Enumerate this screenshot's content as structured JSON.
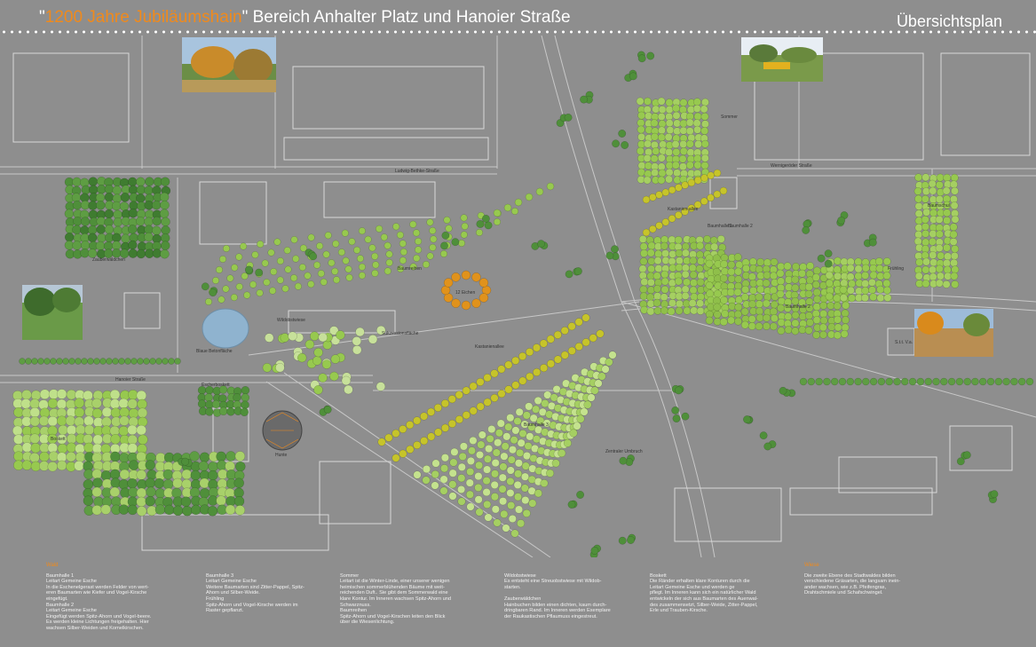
{
  "header": {
    "title_prefix": "\"",
    "title_highlight": "1200 Jahre Jubiläumshain",
    "title_rest": "\" Bereich Anhalter Platz und Hanoier Straße",
    "subtitle": "Übersichtsplan"
  },
  "map": {
    "streets": {
      "ludwig": "Ludwig-Bethke-Straße",
      "wernige": "Wernigeröder Straße",
      "hanoier": "Hanoier Straße"
    },
    "labels": {
      "zauberwaeldchen": "Zauberwäldchen",
      "baumreihen": "Baumreihen",
      "eichen": "12 Eichen",
      "wildobstwiese": "Wildobstwiese",
      "sukzession": "Sukzessionsfläche",
      "kastanienallee_low": "Kastanienallee",
      "blaue": "Blaue Betonfläche",
      "escherboskett": "Escherboskett",
      "boskett": "Boskett",
      "hunte": "Hunte",
      "sommer": "Sommer",
      "kastanienallee_up": "Kastanien-allee",
      "baumhalle1": "Baumhalle 1",
      "baumhalle2a": "Baumhalle 2",
      "baumhalle2b": "Baumhalle 2",
      "fruehling": "Frühling",
      "baumhalle3": "Baumhalle 3",
      "zentraler": "Zentraler Umbruch",
      "baumschul": "Baumschul",
      "sv": "S.t.t. V.a."
    }
  },
  "footer": {
    "col1": {
      "head": "Wald",
      "lines": [
        "Baumhalle 1",
        "Leitart Gemeine Esche",
        "In die Eschenelgerast werden Felder von wert-",
        "eren Baumarten wie Kiefer und Vogel-Kirsche",
        "eingefügt.",
        "Baumhalle 2",
        "Leitart Gemeine Esche",
        "Eingefügt werden Spitz-Ahorn und Vogel-beere.",
        "Es werden kleine Lichtungen freigehalten. Hier",
        "wachsen Silber-Weiden und Kornelkirschen."
      ]
    },
    "col2": {
      "lines": [
        "Baumhalle 3",
        "Leitart Gemeine Esche",
        "Weitere Baumarten sind Zitter-Pappel, Spitz-",
        "Ahorn und Silber-Weide.",
        "Frühling",
        "Spitz-Ahorn und Vogel-Kirsche werden im",
        "Raster gepflanzt."
      ]
    },
    "col3": {
      "lines": [
        "Sommer",
        "Leitart ist die Winter-Linde, einer unserer wenigen",
        "heimischen sommerblühenden Bäume mit weit-",
        "reichenden Duft.. Sie gibt dem Sommerwald eine",
        "klare Kontur. Im Inneren wachsen Spitz-Ahorn und",
        "Schwarznuss.",
        "Baumreihen",
        "Spitz-Ahorn und Vogel-Kirschen leiten den Blick",
        "über die Wiesenlichtung."
      ]
    },
    "col4": {
      "lines": [
        "Wildobstwiese",
        "Es entsteht eine Streuobstwiese mit Wildob-",
        "starten.",
        "",
        "Zauberwäldchen",
        "Hainbuchen bilden einen dichten, kaum durch-",
        "dringbaren Rand. Im Inneren werden Exemplare",
        "der Raukastischen Pflaumuss eingestreut."
      ]
    },
    "col5": {
      "lines": [
        "Boskett",
        "Die Ränder erhalten klare Konturen durch die",
        "Leitart Gemeine Esche und werden ge",
        "pflegt. Im Inneren kann sich ein natürlicher Wald",
        "entwickeln der sich aus Baumarten des Auenwal-",
        "des zusammensetzt, Silber-Weide, Zitter-Pappel,",
        "Erle und Trauben-Kirsche."
      ]
    },
    "col6": {
      "head": "Wiese",
      "lines": [
        "Die zweite Ebene des Stadtwaldes bilden",
        "verschiedene Gräsarten, die langsam inein-",
        "ander wachsen, wie z.B. Pfeifengras,",
        "Drahtschmiele und Schafschwingel."
      ]
    }
  },
  "colors": {
    "accent": "#f08a1c",
    "background": "#8e8e8e",
    "tree_dark": "#4f8f3a",
    "tree_light": "#97c94f",
    "tree_yellow": "#c6c42a",
    "oak": "#e0921c",
    "water": "#8fb3cf"
  }
}
